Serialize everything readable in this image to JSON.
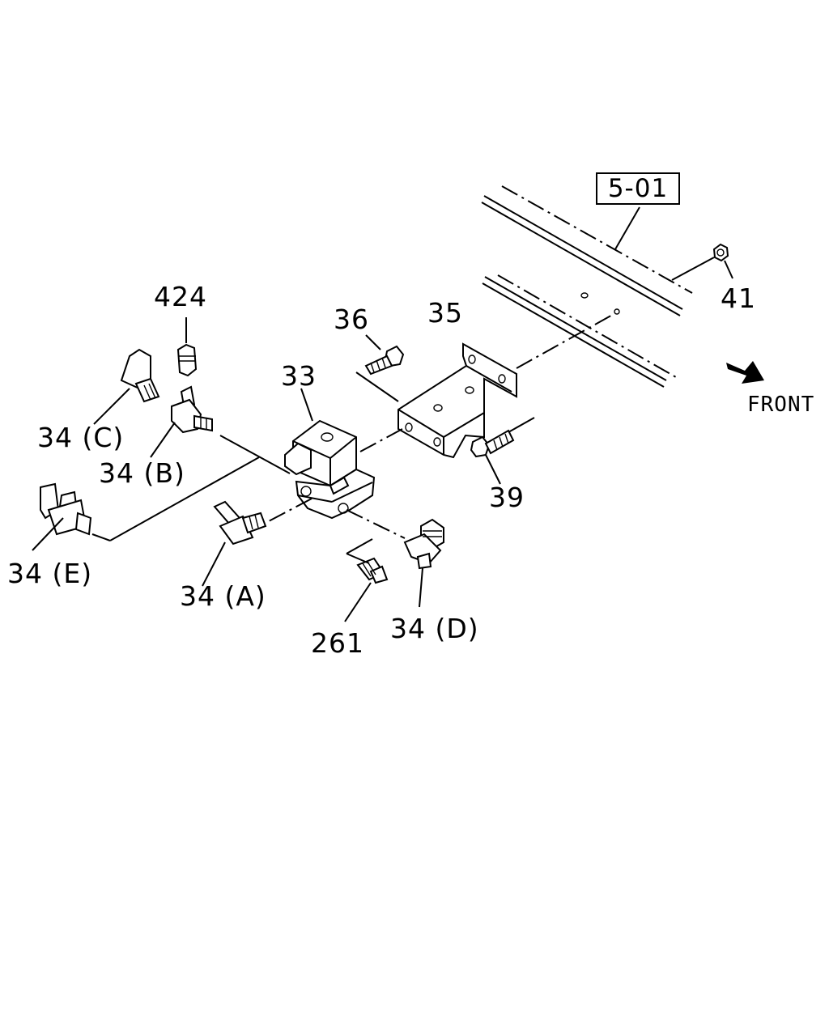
{
  "diagram": {
    "reference_box": "5-01",
    "direction_label": "FRONT",
    "direction_icon": "arrow-icon",
    "callouts": {
      "p424": "424",
      "p36": "36",
      "p35": "35",
      "p33": "33",
      "p41": "41",
      "p34c": "34 (C)",
      "p34b": "34 (B)",
      "p34e": "34 (E)",
      "p34a": "34 (A)",
      "p39": "39",
      "p261": "261",
      "p34d": "34 (D)"
    }
  }
}
